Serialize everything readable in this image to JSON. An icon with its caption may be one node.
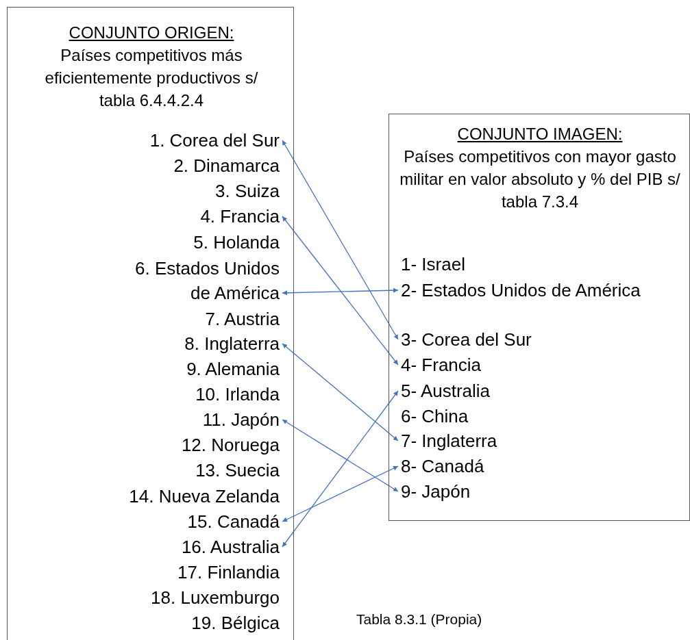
{
  "diagram": {
    "caption": "Tabla 8.3.1 (Propia)",
    "nodes": [
      {
        "text": [
          "CONJUNTO ORIGEN:",
          "Países competitivos más eficientemente productivos s/ tabla 6.4.4.2.4"
        ]
      },
      {
        "text": [
          "1. Corea del Sur"
        ],
        "in": 0
      },
      {
        "text": [
          "2. Dinamarca"
        ],
        "in": 0
      },
      {
        "text": [
          "3. Suiza"
        ],
        "in": 0
      },
      {
        "text": [
          "4. Francia"
        ],
        "in": 0
      },
      {
        "text": [
          "5. Holanda"
        ],
        "in": 0
      },
      {
        "text": [
          "6. Estados Unidos de América"
        ],
        "in": 0
      },
      {
        "text": [
          "7. Austria"
        ],
        "in": 0
      },
      {
        "text": [
          "8. Inglaterra"
        ],
        "in": 0
      },
      {
        "text": [
          "9. Alemania"
        ],
        "in": 0
      },
      {
        "text": [
          "10. Irlanda"
        ],
        "in": 0
      },
      {
        "text": [
          "11. Japón"
        ],
        "in": 0
      },
      {
        "text": [
          "12. Noruega"
        ],
        "in": 0
      },
      {
        "text": [
          "13. Suecia"
        ],
        "in": 0
      },
      {
        "text": [
          "14. Nueva Zelanda"
        ],
        "in": 0
      },
      {
        "text": [
          "15. Canadá"
        ],
        "in": 0
      },
      {
        "text": [
          "16. Australia"
        ],
        "in": 0
      },
      {
        "text": [
          "17. Finlandia"
        ],
        "in": 0
      },
      {
        "text": [
          "18. Luxemburgo"
        ],
        "in": 0
      },
      {
        "text": [
          "19. Bélgica"
        ],
        "in": 0
      },
      {
        "text": [
          "CONJUNTO IMAGEN:",
          "Países competitivos con mayor gasto militar en valor absoluto y % del PIB s/ tabla 7.3.4"
        ]
      },
      {
        "text": [
          "1- Israel"
        ],
        "in": 20
      },
      {
        "text": [
          "2- Estados Unidos de América"
        ],
        "in": 20
      },
      {
        "text": [
          "3- Corea del Sur"
        ],
        "in": 20
      },
      {
        "text": [
          "4- Francia"
        ],
        "in": 20
      },
      {
        "text": [
          "5- Australia"
        ],
        "in": 20
      },
      {
        "text": [
          "6- China"
        ],
        "in": 20
      },
      {
        "text": [
          "7- Inglaterra"
        ],
        "in": 20
      },
      {
        "text": [
          "8- Canadá"
        ],
        "in": 20
      },
      {
        "text": [
          "9- Japón"
        ],
        "in": 20
      }
    ],
    "edges": [
      {
        "from": 1,
        "to": 23,
        "arrow": "both"
      },
      {
        "from": 4,
        "to": 24,
        "arrow": "both"
      },
      {
        "from": 6,
        "to": 22,
        "arrow": "both"
      },
      {
        "from": 8,
        "to": 27,
        "arrow": "both"
      },
      {
        "from": 11,
        "to": 29,
        "arrow": "both"
      },
      {
        "from": 15,
        "to": 28,
        "arrow": "both"
      },
      {
        "from": 16,
        "to": 25,
        "arrow": "both"
      }
    ]
  }
}
